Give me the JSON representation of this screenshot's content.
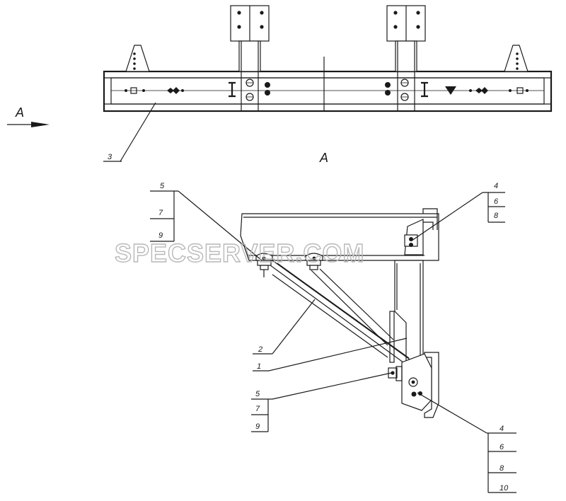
{
  "view_labels": {
    "arrow_label": "A",
    "section_label": "A"
  },
  "callouts": {
    "top_3": "3",
    "left_upper": [
      "5",
      "7",
      "9"
    ],
    "right_upper": [
      "4",
      "6",
      "8"
    ],
    "part_2": "2",
    "part_1": "1",
    "left_lower": [
      "5",
      "7",
      "9"
    ],
    "right_lower": [
      "4",
      "6",
      "8",
      "10"
    ]
  },
  "watermark": "SPECSERVER.COM"
}
